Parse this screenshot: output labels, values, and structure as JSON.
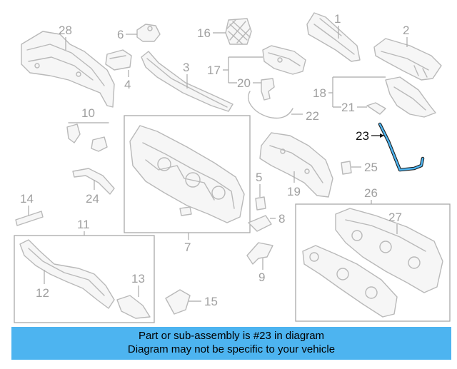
{
  "diagram": {
    "callouts": [
      "1",
      "2",
      "3",
      "4",
      "5",
      "6",
      "7",
      "8",
      "9",
      "10",
      "11",
      "12",
      "13",
      "14",
      "15",
      "16",
      "17",
      "18",
      "19",
      "20",
      "21",
      "22",
      "23",
      "24",
      "25",
      "26",
      "27",
      "28"
    ],
    "highlighted_callout": "23",
    "highlight_color": "#4db4f0",
    "part_color": "#b9b9b9",
    "label_color": "#a0a0a0"
  },
  "banner": {
    "line1": "Part or sub-assembly is #23 in diagram",
    "line2": "Diagram may not be specific to your vehicle",
    "background": "#4db4f0"
  }
}
